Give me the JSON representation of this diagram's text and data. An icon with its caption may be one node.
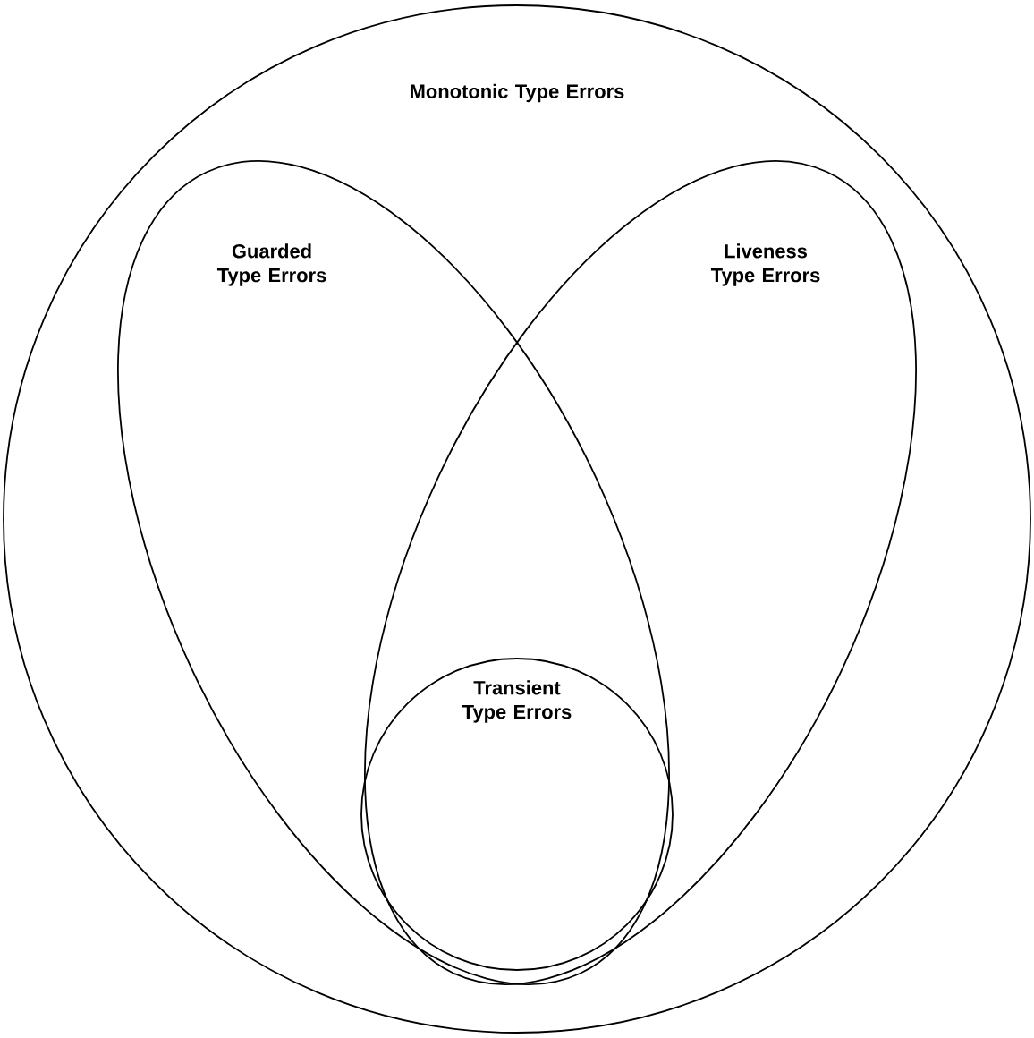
{
  "diagram": {
    "nodes": [
      {
        "text": [
          "Monotonic Type Errors"
        ]
      },
      {
        "text": [
          "Guarded Type Errors"
        ],
        "in": 0
      },
      {
        "text": [
          "Liveness Type Errors"
        ],
        "in": 0
      },
      {
        "text": [
          "Transient Type Errors"
        ]
      }
    ]
  }
}
